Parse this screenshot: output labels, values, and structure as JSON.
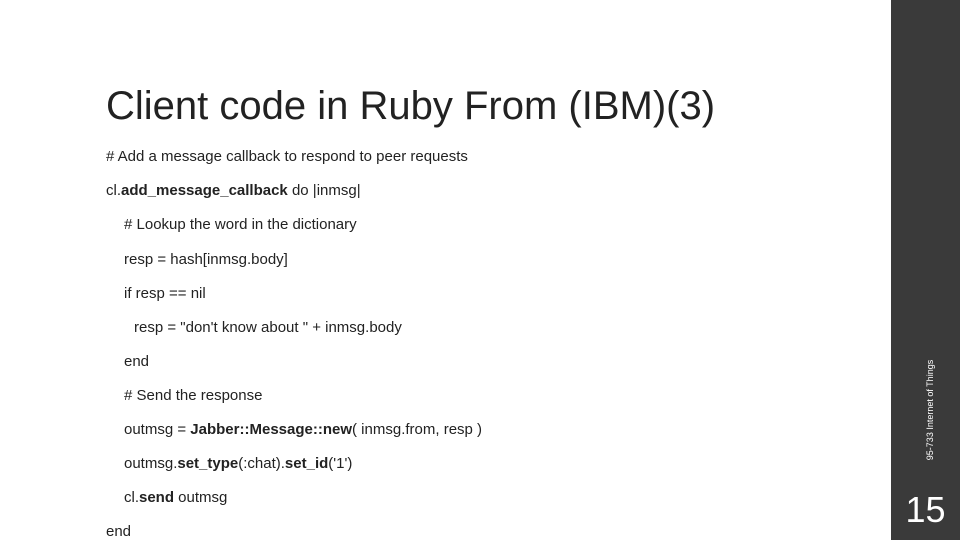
{
  "slide": {
    "title": "Client code in Ruby From (IBM)(3)",
    "footer": "95-733 Internet of Things",
    "page_number": "15"
  },
  "code": {
    "l1": "# Add a message callback to respond to peer requests",
    "l2_a": "cl.",
    "l2_b": "add_message_callback",
    "l2_c": " do |inmsg|",
    "l3": "# Lookup the word in the dictionary",
    "l4": "resp = hash[inmsg.body]",
    "l5": "if resp == nil",
    "l6": "resp = \"don't know about \" + inmsg.body",
    "l7": "end",
    "l8": "# Send the response",
    "l9_a": "outmsg = ",
    "l9_b": "Jabber::Message::new",
    "l9_c": "( inmsg.from, resp )",
    "l10_a": "outmsg.",
    "l10_b": "set_type",
    "l10_c": "(:chat).",
    "l10_d": "set_id",
    "l10_e": "('1')",
    "l11_a": "cl.",
    "l11_b": "send",
    "l11_c": " outmsg",
    "l12": "end"
  }
}
